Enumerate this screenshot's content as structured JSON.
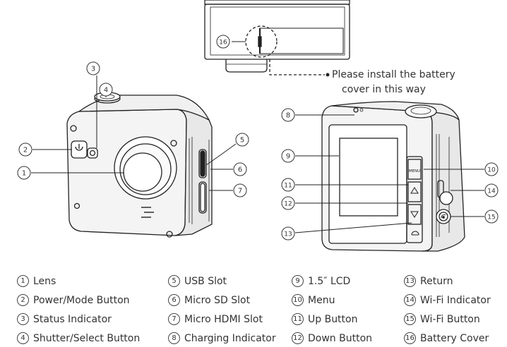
{
  "note": {
    "line1": "Please install the battery",
    "line2": "cover in this way"
  },
  "callouts": [
    "16",
    "3",
    "4",
    "2",
    "1",
    "5",
    "6",
    "7",
    "8",
    "9",
    "10",
    "11",
    "12",
    "13",
    "14",
    "15"
  ],
  "legend": [
    {
      "num": "1",
      "label": "Lens"
    },
    {
      "num": "2",
      "label": "Power/Mode Button"
    },
    {
      "num": "3",
      "label": "Status Indicator"
    },
    {
      "num": "4",
      "label": "Shutter/Select Button"
    },
    {
      "num": "5",
      "label": "USB Slot"
    },
    {
      "num": "6",
      "label": "Micro SD Slot"
    },
    {
      "num": "7",
      "label": "Micro HDMI Slot"
    },
    {
      "num": "8",
      "label": "Charging Indicator"
    },
    {
      "num": "9",
      "label": "1.5″ LCD"
    },
    {
      "num": "10",
      "label": "Menu"
    },
    {
      "num": "11",
      "label": "Up Button"
    },
    {
      "num": "12",
      "label": "Down Button"
    },
    {
      "num": "13",
      "label": "Return"
    },
    {
      "num": "14",
      "label": "Wi-Fi Indicator"
    },
    {
      "num": "15",
      "label": "Wi-Fi Button"
    },
    {
      "num": "16",
      "label": "Battery Cover"
    }
  ],
  "screen_buttons": {
    "menu": "MENU"
  }
}
